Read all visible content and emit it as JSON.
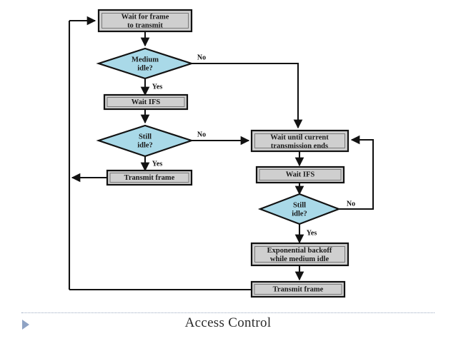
{
  "figure": {
    "title": "CSMA/CD-style medium access control flowchart",
    "colors": {
      "process_fill": "#cfcfcf",
      "decision_fill": "#a9d9e8",
      "stroke": "#121212",
      "caption_bullet": "#8fa3c4",
      "caption_rule": "#9aa9c0"
    },
    "nodes": {
      "wait_for_frame": {
        "line1": "Wait for frame",
        "line2": "to transmit"
      },
      "medium_idle": {
        "line1": "Medium",
        "line2": "idle?"
      },
      "wait_ifs_left": {
        "line1": "Wait IFS"
      },
      "still_idle_left": {
        "line1": "Still",
        "line2": "idle?"
      },
      "transmit_frame_left": {
        "line1": "Transmit frame"
      },
      "wait_until_current": {
        "line1": "Wait until current",
        "line2": "transmission ends"
      },
      "wait_ifs_right": {
        "line1": "Wait IFS"
      },
      "still_idle_right": {
        "line1": "Still",
        "line2": "idle?"
      },
      "exponential_backoff": {
        "line1": "Exponential backoff",
        "line2": "while medium idle"
      },
      "transmit_frame_bottom": {
        "line1": "Transmit frame"
      }
    },
    "edge_labels": {
      "medium_idle_no": "No",
      "medium_idle_yes": "Yes",
      "still_idle_left_no": "No",
      "still_idle_left_yes": "Yes",
      "still_idle_right_no": "No",
      "still_idle_right_yes": "Yes"
    }
  },
  "caption": {
    "text": "Access Control",
    "bullet_icon": "triangle-right-icon"
  }
}
